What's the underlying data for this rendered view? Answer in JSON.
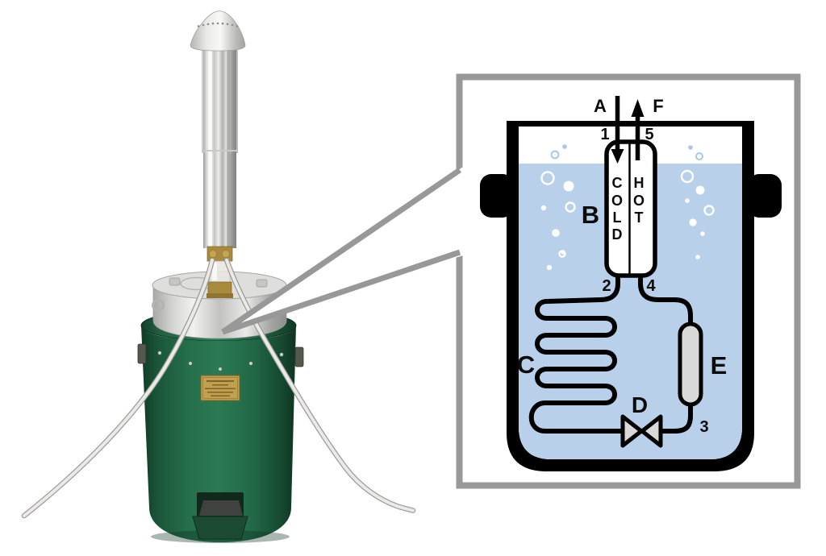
{
  "callout": {
    "stream_labels": {
      "inlet": "A",
      "outlet": "F"
    },
    "component_labels": {
      "bath": "B",
      "heat_exchanger_coil": "C",
      "expansion_valve": "D",
      "separator_vessel": "E"
    },
    "point_labels": {
      "p1": "1",
      "p2": "2",
      "p3": "3",
      "p4": "4",
      "p5": "5"
    },
    "tube_labels": {
      "cold": [
        "C",
        "O",
        "L",
        "D"
      ],
      "hot": [
        "H",
        "O",
        "T"
      ]
    },
    "colors": {
      "liquid": "#b9d0ea",
      "fitting_gray": "#d9d9d9",
      "frame_gray": "#989898",
      "outline": "#000000"
    }
  }
}
